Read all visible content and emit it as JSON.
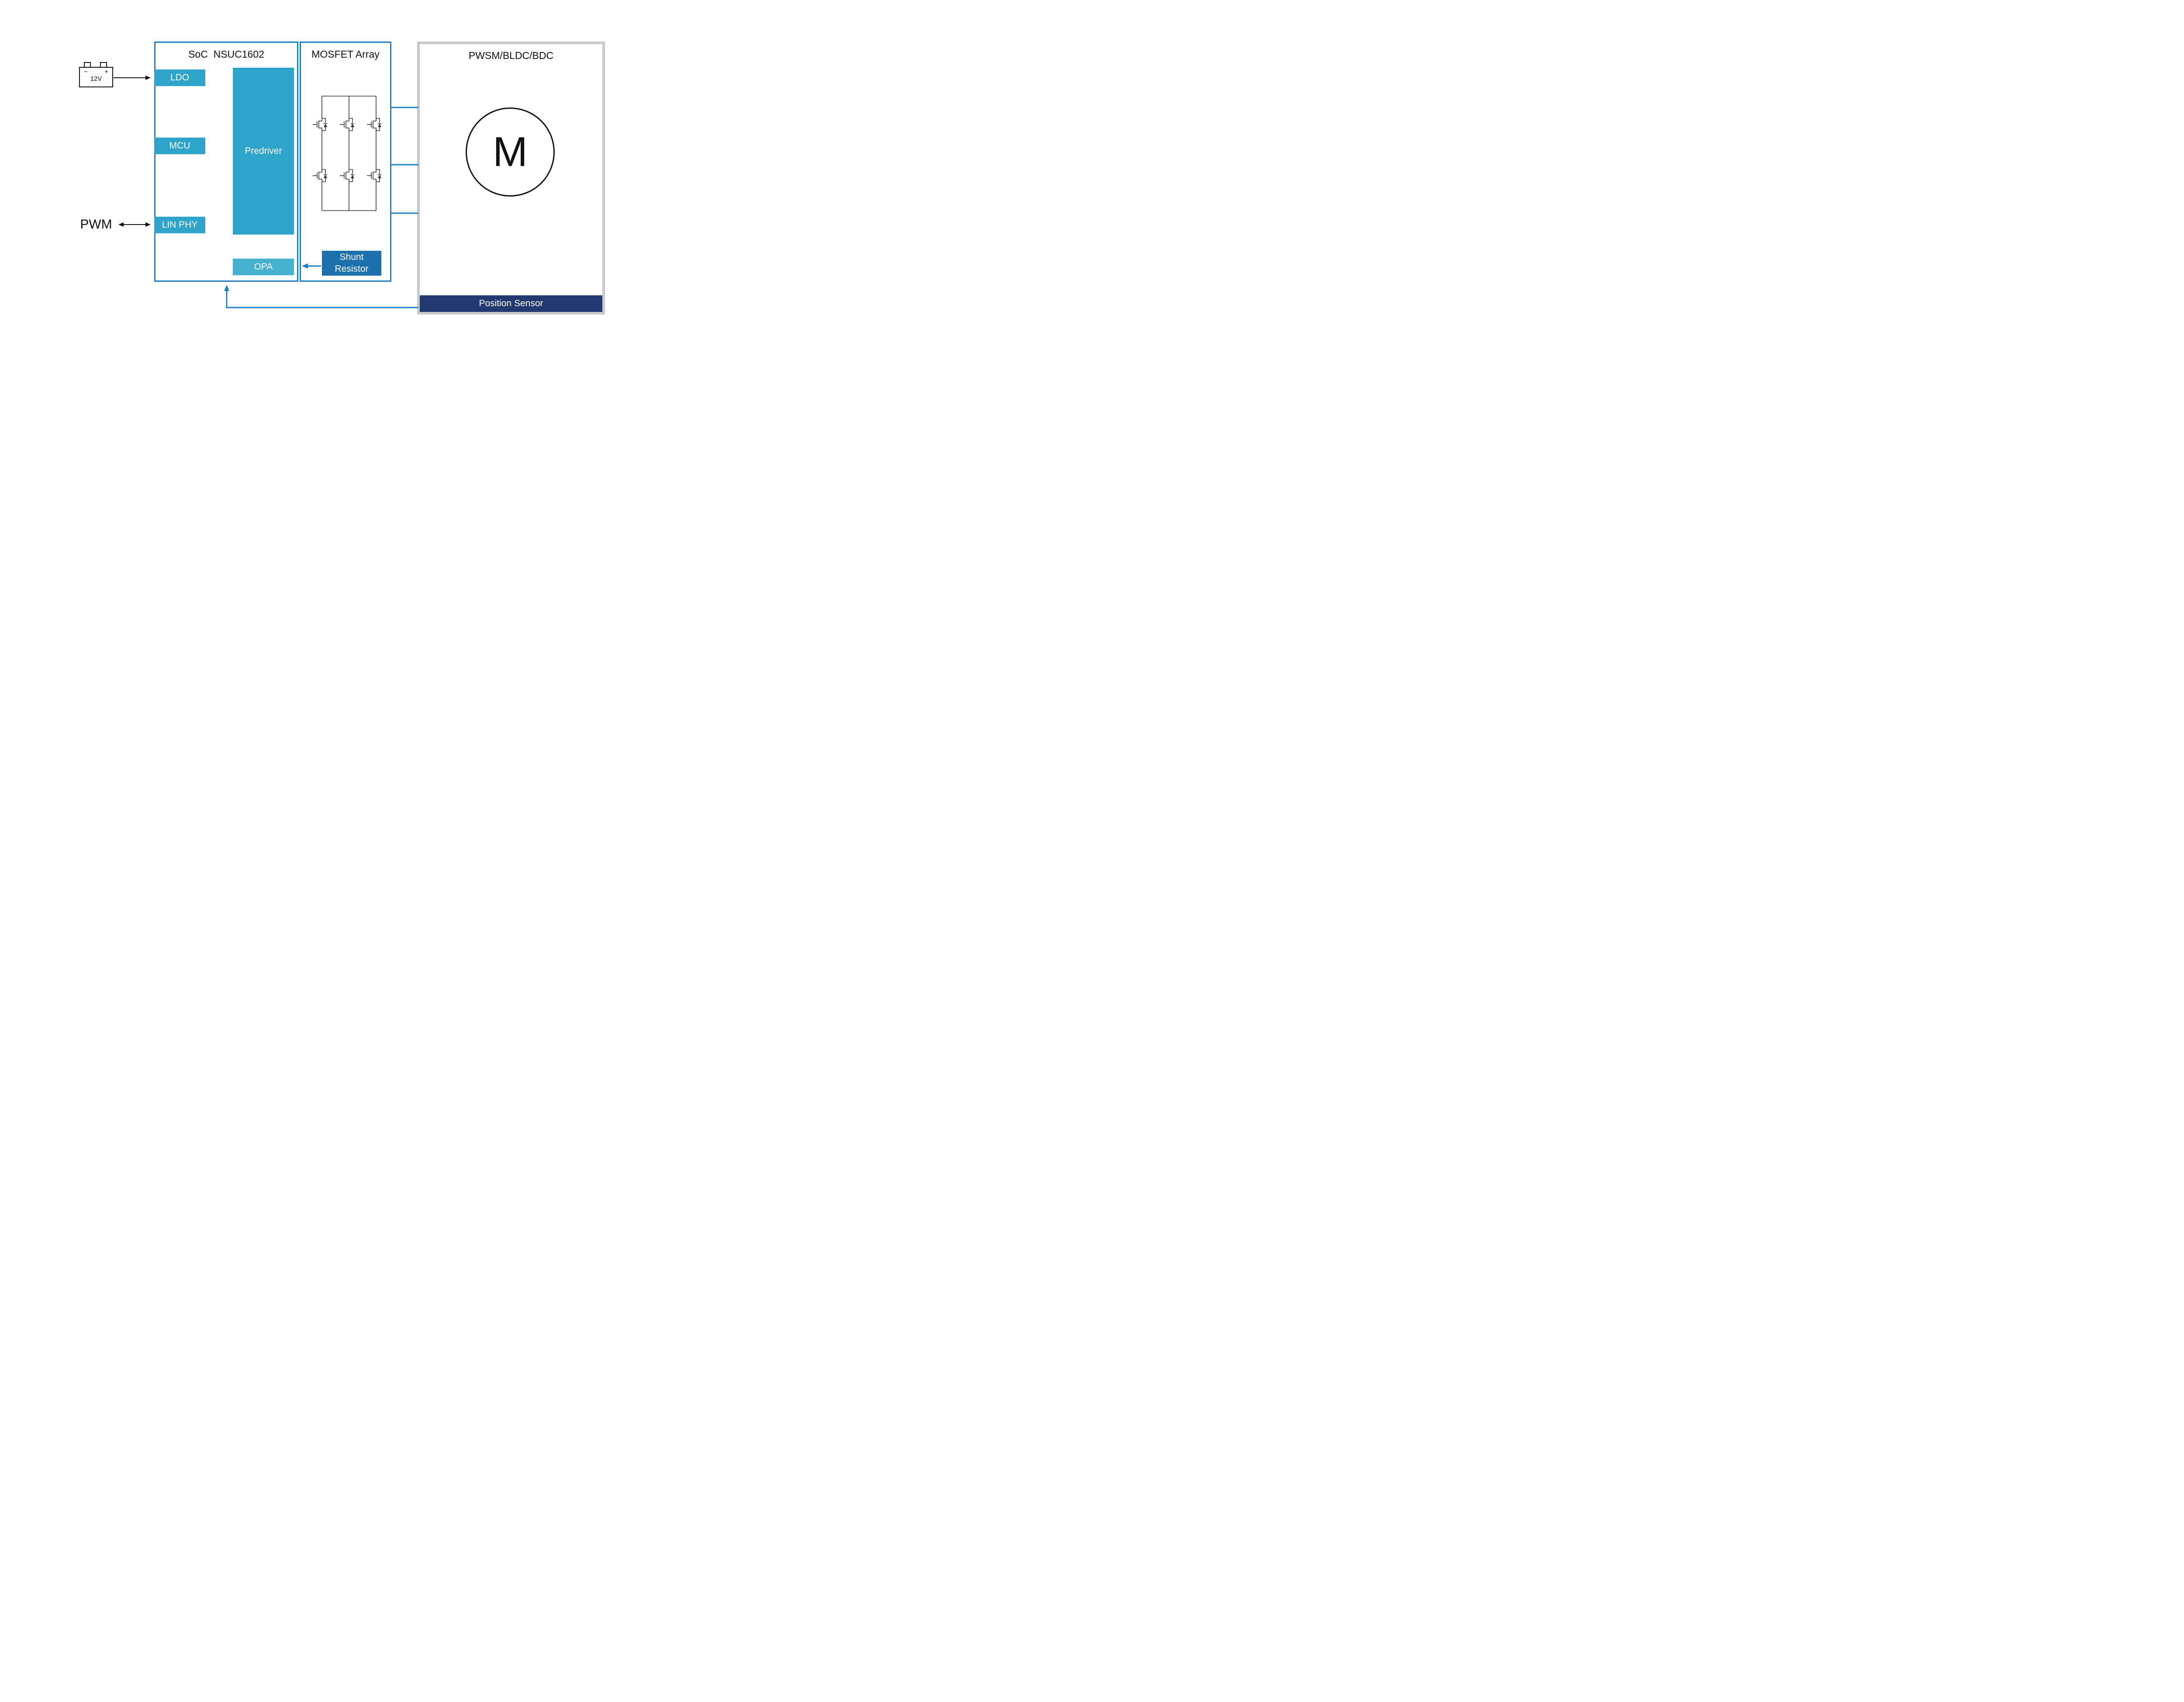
{
  "colors": {
    "block_teal": "#2EA4C8",
    "opa_teal": "#45B1CF",
    "line_blue": "#1E7EC3",
    "shunt_blue": "#1C70AE",
    "navy": "#203A6F",
    "box_gray": "#C9C9C9"
  },
  "battery": {
    "minus": "−",
    "plus": "+",
    "voltage": "12V"
  },
  "pwm": {
    "label": "PWM"
  },
  "soc": {
    "title": "SoC  NSUC1602",
    "ldo": "LDO",
    "mcu": "MCU",
    "lin_phy": "LIN PHY",
    "predriver": "Predriver",
    "opa": "OPA"
  },
  "mosfet": {
    "title": "MOSFET Array",
    "shunt_line1": "Shunt",
    "shunt_line2": "Resistor"
  },
  "motor": {
    "title": "PWSM/BLDC/BDC",
    "symbol": "M",
    "position_sensor": "Position Sensor"
  }
}
